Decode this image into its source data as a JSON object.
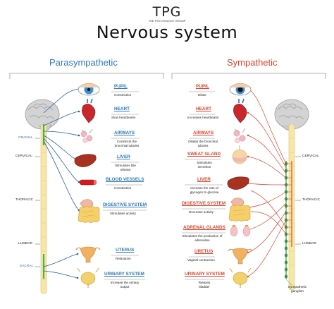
{
  "logo": {
    "mark": "TPG",
    "tagline": "THE PSYCHOLOGY GROUP"
  },
  "title": "Nervous system",
  "parasympathetic": {
    "heading": "Parasympathetic",
    "spine": {
      "cranial": "CRANIAL",
      "cervical": "CERVICAL",
      "thoracic": "THORACIC",
      "lumbar": "LUMBAR",
      "sacral": "SACRAL"
    },
    "organs": [
      {
        "label": "PUPIL",
        "desc": "Constriction"
      },
      {
        "label": "HEART",
        "desc": "Slow heartbeatm"
      },
      {
        "label": "AIRWAYS",
        "desc": "Constricts the bronchial tubules"
      },
      {
        "label": "LIVER",
        "desc": "Stimulates bile release"
      },
      {
        "label": "BLOOD VESSELS",
        "desc": "Constriction"
      },
      {
        "label": "DIGESTIVE SYSTEM",
        "desc": "Stimulates activity"
      },
      {
        "label": "UTERUS",
        "desc": "Relaxation"
      },
      {
        "label": "URINARY SYSTEM",
        "desc": "Increase the urinary output"
      }
    ]
  },
  "sympathetic": {
    "heading": "Sympathetic",
    "spine": {
      "cervical": "CERVICAL",
      "thoracic": "THORACIC",
      "lumbar": "LUMBAR",
      "ganglion": "Sympathetic ganglion"
    },
    "organs": [
      {
        "label": "PUPIL",
        "desc": "Dilate"
      },
      {
        "label": "HEART",
        "desc": "Increases heartbeatm"
      },
      {
        "label": "AIRWAYS",
        "desc": "Dilates the bronchial tubules"
      },
      {
        "label": "SWEAT GLAND",
        "desc": "Stimulates secretion"
      },
      {
        "label": "LIVER",
        "desc": "Increase the rate of glycogen to glucose"
      },
      {
        "label": "DIGESTIVE SYSTEM",
        "desc": "Decrease activity"
      },
      {
        "label": "ADRENAL GLANDS",
        "desc": "Stimulates the production of adrenaline"
      },
      {
        "label": "URETUS",
        "desc": "Vaginal contraction"
      },
      {
        "label": "URINARY SYSTEM",
        "desc": "Relaxes bladder"
      }
    ]
  },
  "colors": {
    "blue": "#2f78b5",
    "red": "#d9432a",
    "nerveBlue": "#2a5f9e",
    "nerveRed": "#d9432a",
    "spine": "#f6e7a6",
    "ganglion": "#4caf50",
    "brain": "#cfcfcf"
  }
}
